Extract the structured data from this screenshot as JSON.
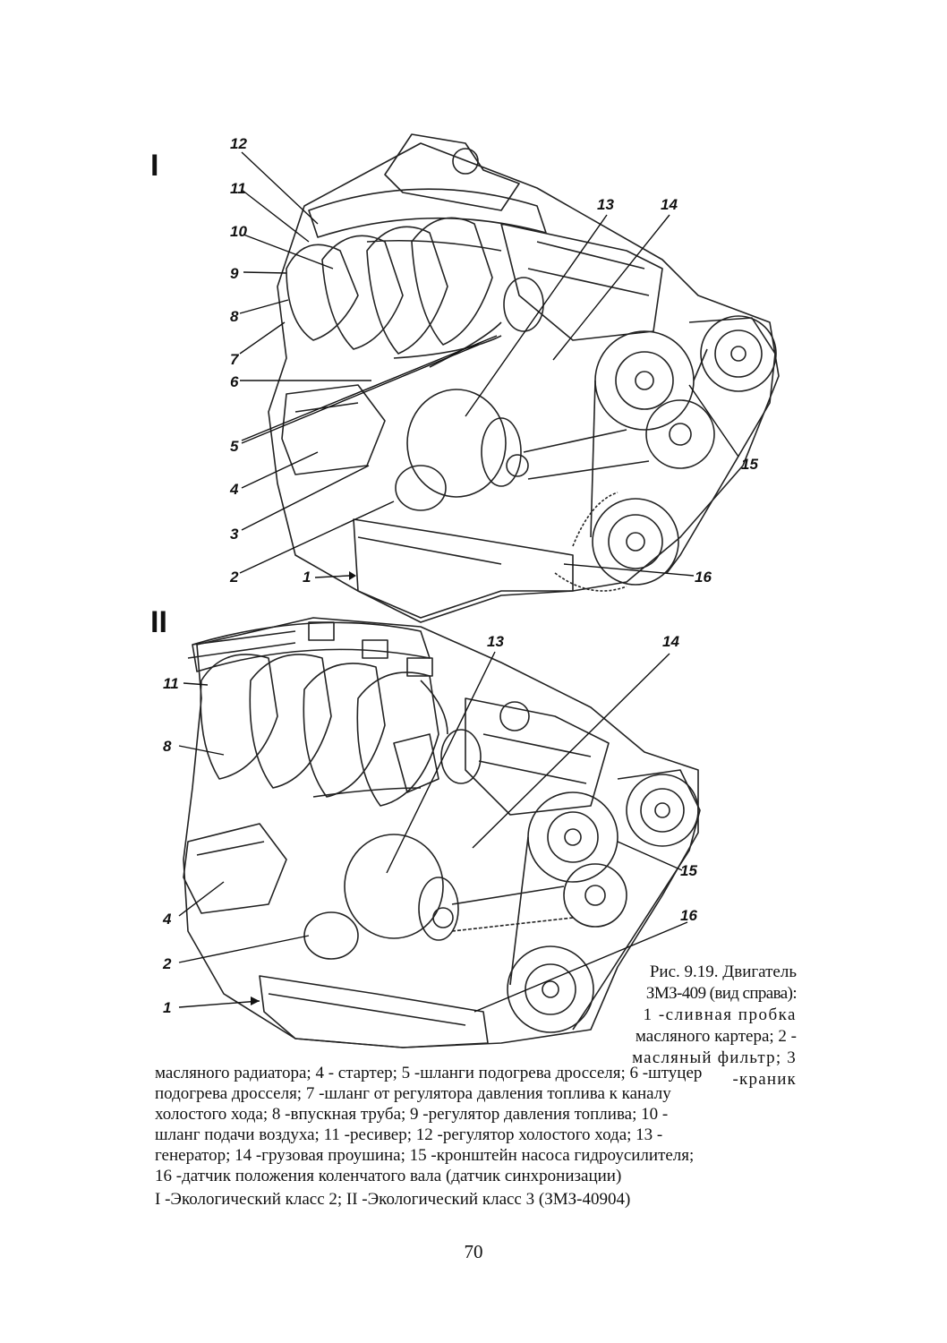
{
  "figure_i": {
    "section_label": "I",
    "callouts": {
      "c12": "12",
      "c11": "11",
      "c10": "10",
      "c9": "9",
      "c8": "8",
      "c7": "7",
      "c6": "6",
      "c5": "5",
      "c4": "4",
      "c3": "3",
      "c2": "2",
      "c1": "1",
      "c13": "13",
      "c14": "14",
      "c15": "15",
      "c16": "16"
    }
  },
  "figure_ii": {
    "section_label": "II",
    "callouts": {
      "c11": "11",
      "c8": "8",
      "c4": "4",
      "c2": "2",
      "c1": "1",
      "c13": "13",
      "c14": "14",
      "c15": "15",
      "c16": "16"
    }
  },
  "caption": {
    "right_lines": [
      "Рис. 9.19. Двигатель",
      "ЗМЗ-409 (вид справа):",
      "1 -сливная пробка",
      "масляного картера; 2 -",
      "масляный фильтр; 3 -краник"
    ],
    "full_lines": [
      "масляного радиатора; 4 - стартер; 5 -шланги подогрева дросселя; 6 -штуцер",
      "подогрева дросселя; 7 -шланг от регулятора давления топлива к каналу",
      "холостого хода; 8 -впускная труба; 9 -регулятор давления топлива; 10 -",
      "шланг подачи воздуха; 11 -ресивер; 12 -регулятор холостого хода; 13 -",
      "генератор; 14 -грузовая проушина; 15 -кронштейн насоса гидроусилителя;",
      "16 -датчик положения коленчатого вала (датчик синхронизации)"
    ],
    "last_line": "I -Экологический класс 2; II -Экологический класс 3 (ЗМЗ-40904)"
  },
  "page_number": "70"
}
